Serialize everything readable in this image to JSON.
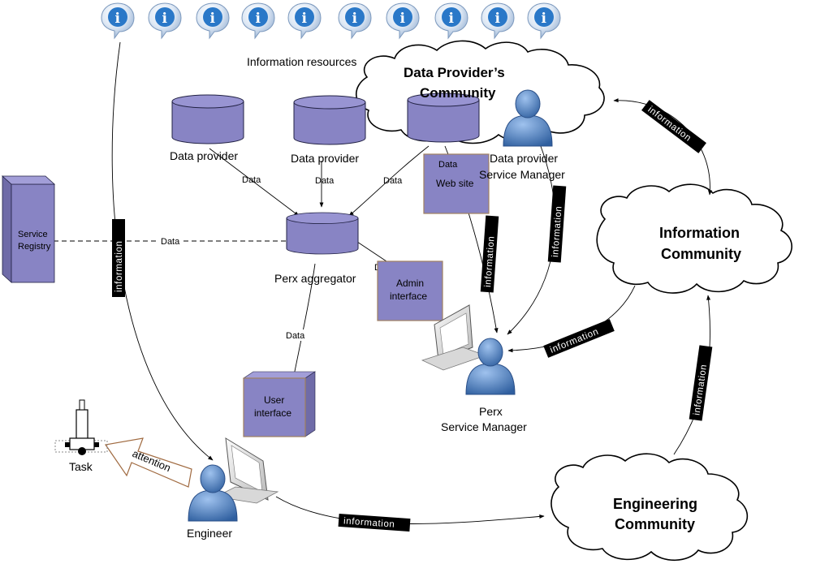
{
  "info_icon": {
    "glyph": "i",
    "count": 10
  },
  "labels": {
    "information_resources": "Information resources",
    "data_provider_1": "Data provider",
    "data_provider_2": "Data provider",
    "service_registry_l1": "Service",
    "service_registry_l2": "Registry",
    "perx_aggregator": "Perx aggregator",
    "web_site": "Web site",
    "admin_l1": "Admin",
    "admin_l2": "interface",
    "user_l1": "User",
    "user_l2": "interface",
    "dp_manager_l1": "Data provider",
    "dp_manager_l2": "Service Manager",
    "perx_manager_l1": "Perx",
    "perx_manager_l2": "Service Manager",
    "engineer": "Engineer",
    "task": "Task",
    "attention": "attention"
  },
  "edge_labels": {
    "data": "Data",
    "information": "information"
  },
  "communities": {
    "data_provider_l1": "Data Provider’s",
    "data_provider_l2": "Community",
    "information_l1": "Information",
    "information_l2": "Community",
    "engineering_l1": "Engineering",
    "engineering_l2": "Community"
  },
  "colors": {
    "node_fill": "#8884c4",
    "node_stroke": "#222244",
    "box_border": "#a08060",
    "icon_blue": "#2a78c8",
    "person_blue": "#4c7fc0",
    "tag_bg": "#000000"
  }
}
